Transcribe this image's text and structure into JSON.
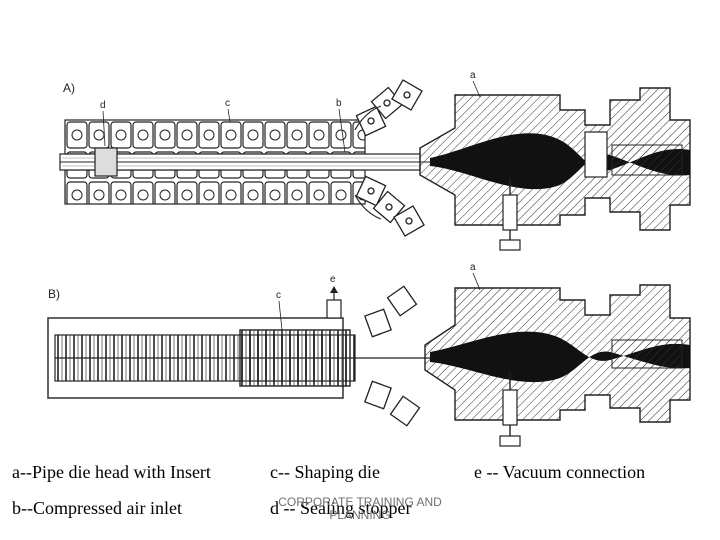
{
  "figure": {
    "panel_a": {
      "panel_label": "A)",
      "label_a": "a",
      "label_b": "b",
      "label_c": "c",
      "label_d": "d"
    },
    "panel_b": {
      "panel_label": "B)",
      "label_a": "a",
      "label_c": "c",
      "label_e": "e"
    }
  },
  "legend": {
    "a": "a--Pipe die head with Insert",
    "b": "b--Compressed air inlet",
    "c": "c-- Shaping die",
    "d": "d -- Sealing stopper",
    "e": "e -- Vacuum connection"
  },
  "watermark": {
    "line1": "CORPORATE TRAINING AND",
    "line2": "PLANNING"
  }
}
